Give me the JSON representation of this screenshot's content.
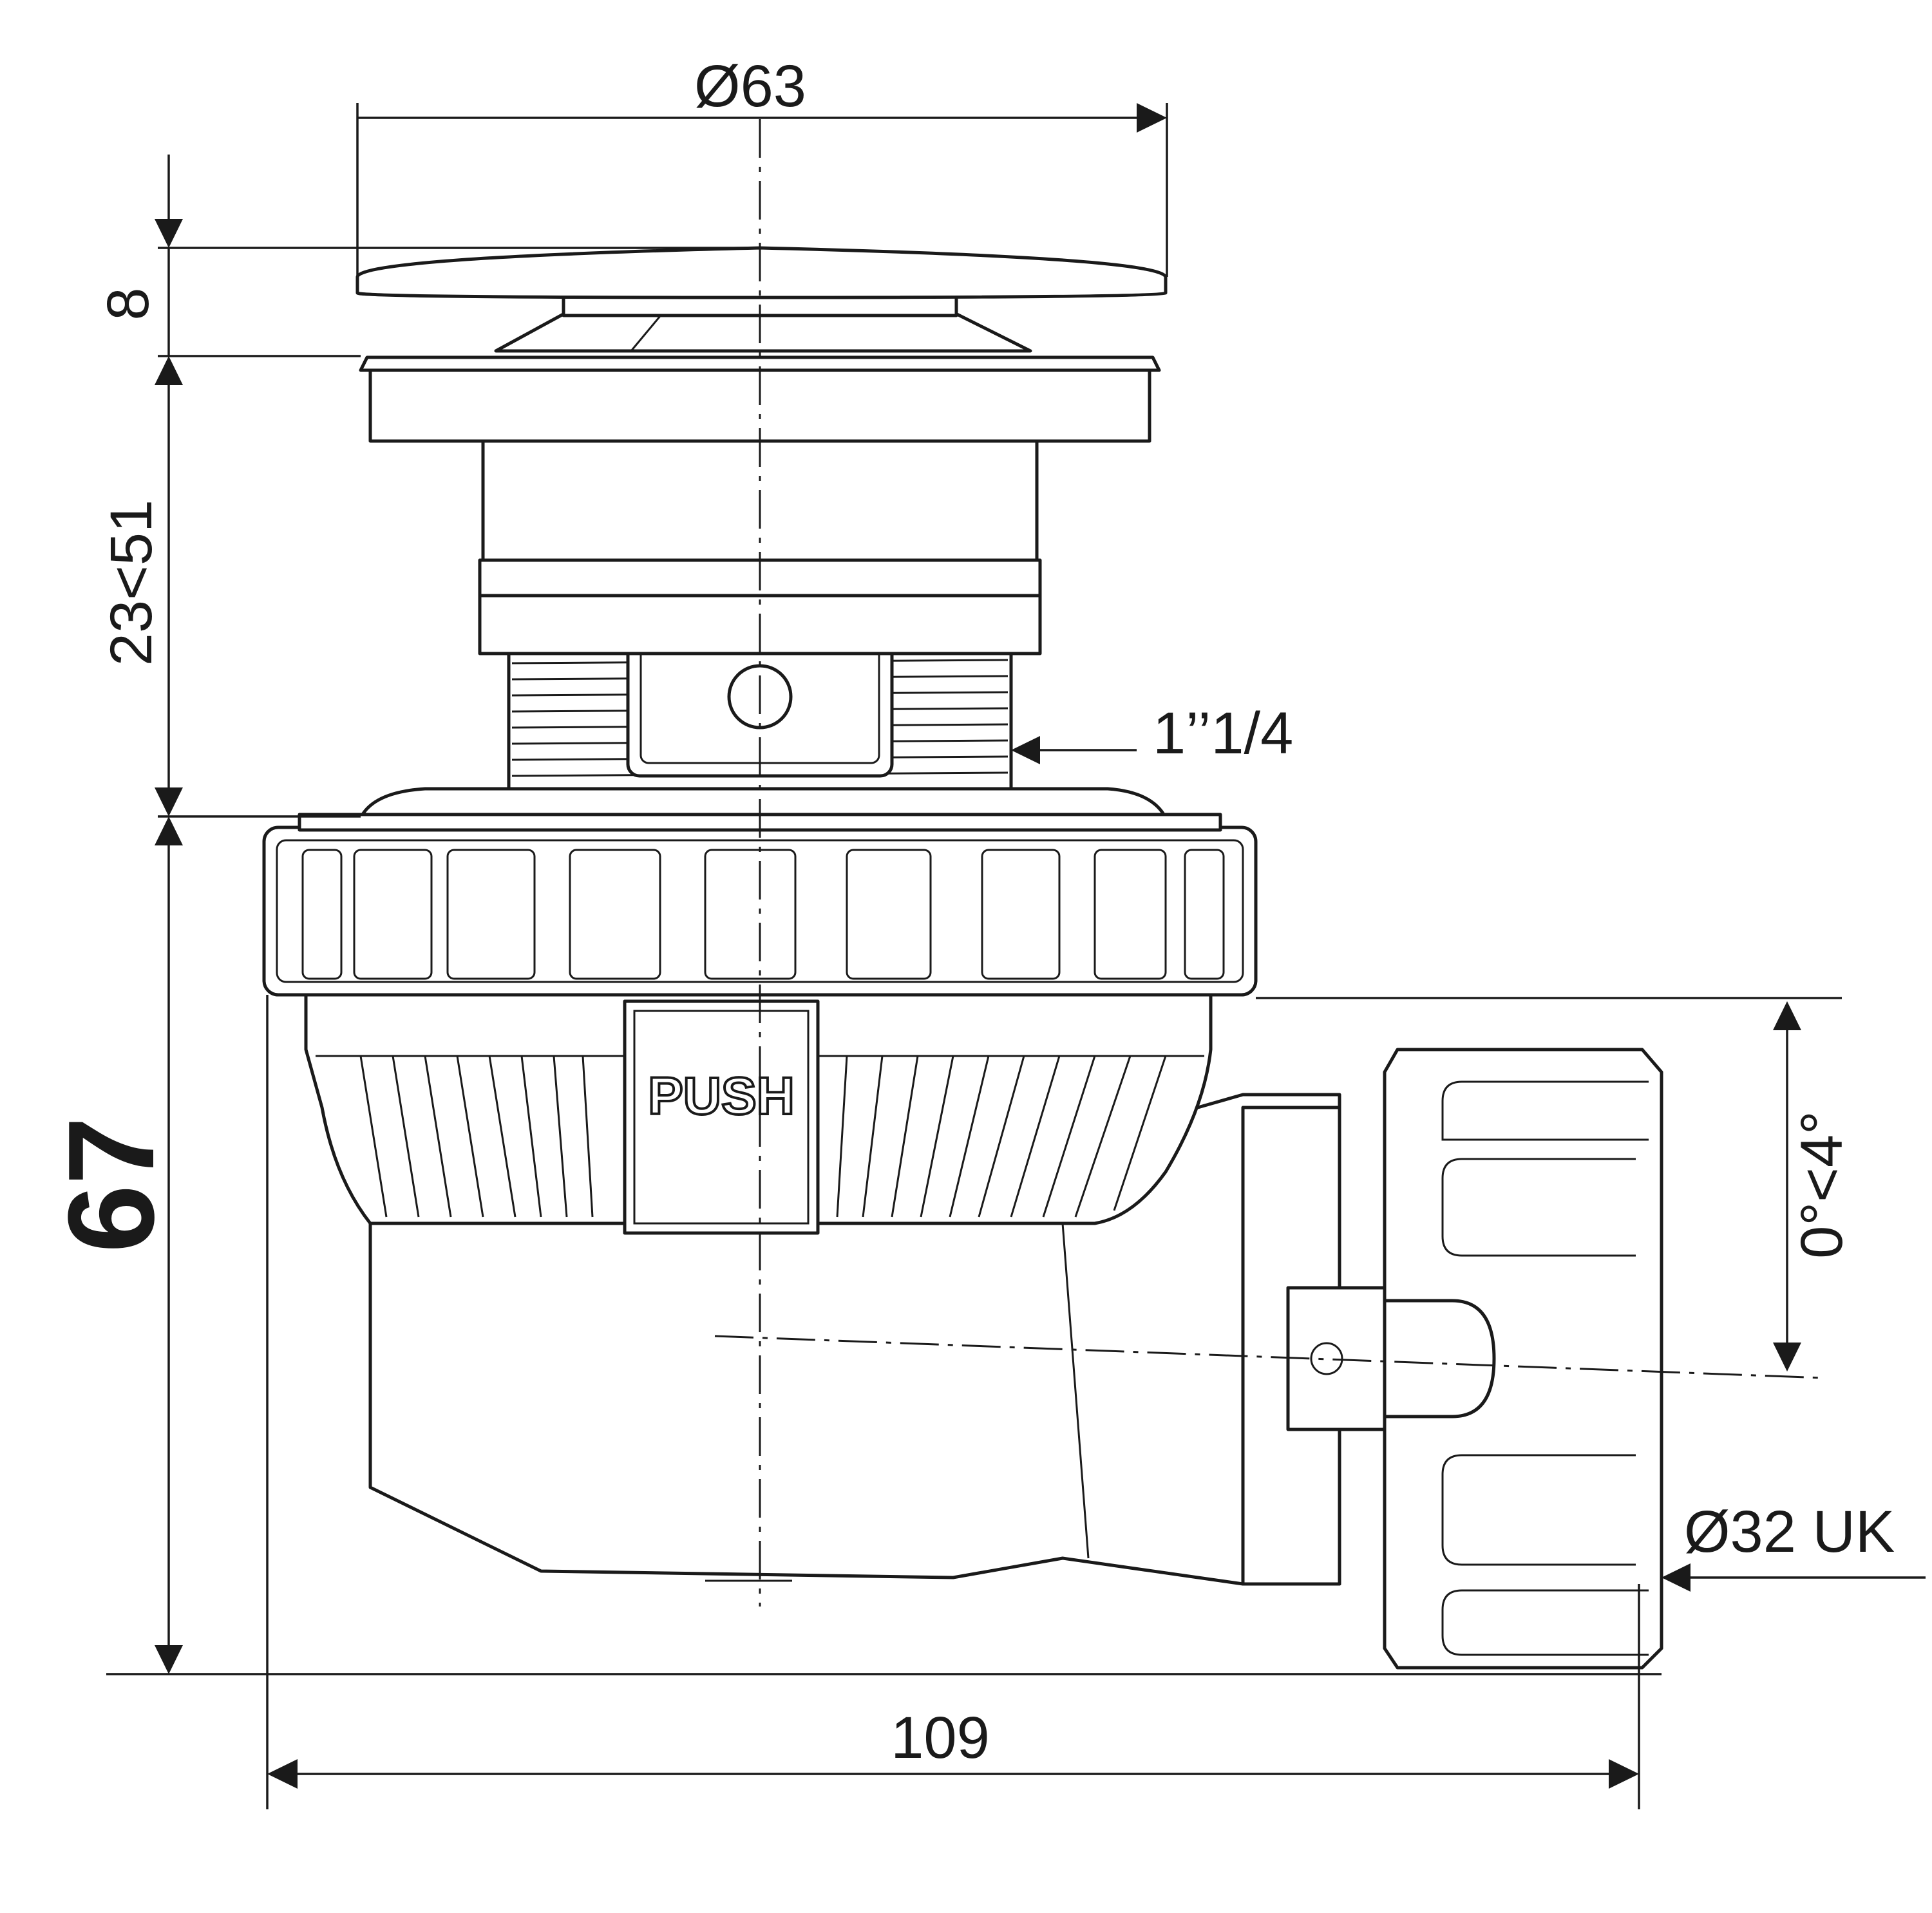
{
  "dimensions": {
    "top_diameter": "Ø63",
    "cap_height": "8",
    "adjust_range": "23<51",
    "thread_size": "1’’1/4",
    "total_height": "67",
    "outlet_angle": "0°<4°",
    "outlet_diameter": "Ø32 UK",
    "total_width": "109"
  },
  "labels": {
    "push_button": "PUSH"
  }
}
